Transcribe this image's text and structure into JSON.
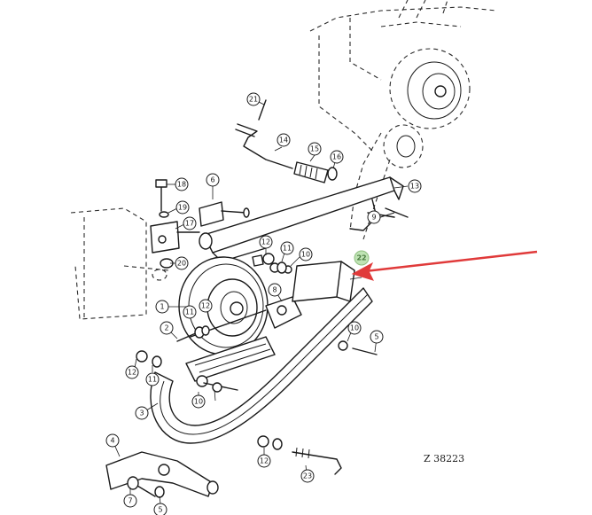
{
  "callouts": [
    {
      "id": "c1",
      "label": "1"
    },
    {
      "id": "c2",
      "label": "2"
    },
    {
      "id": "c3",
      "label": "3"
    },
    {
      "id": "c4",
      "label": "4"
    },
    {
      "id": "c5a",
      "label": "5"
    },
    {
      "id": "c5b",
      "label": "5"
    },
    {
      "id": "c6",
      "label": "6"
    },
    {
      "id": "c7",
      "label": "7"
    },
    {
      "id": "c8",
      "label": "8"
    },
    {
      "id": "c9",
      "label": "9"
    },
    {
      "id": "c10a",
      "label": "10"
    },
    {
      "id": "c10b",
      "label": "10"
    },
    {
      "id": "c10c",
      "label": "10"
    },
    {
      "id": "c11a",
      "label": "11"
    },
    {
      "id": "c11b",
      "label": "11"
    },
    {
      "id": "c11c",
      "label": "11"
    },
    {
      "id": "c12a",
      "label": "12"
    },
    {
      "id": "c12b",
      "label": "12"
    },
    {
      "id": "c12c",
      "label": "12"
    },
    {
      "id": "c12d",
      "label": "12"
    },
    {
      "id": "c13",
      "label": "13"
    },
    {
      "id": "c14",
      "label": "14"
    },
    {
      "id": "c15",
      "label": "15"
    },
    {
      "id": "c16",
      "label": "16"
    },
    {
      "id": "c17",
      "label": "17"
    },
    {
      "id": "c18",
      "label": "18"
    },
    {
      "id": "c19",
      "label": "19"
    },
    {
      "id": "c20",
      "label": "20"
    },
    {
      "id": "c21",
      "label": "21"
    },
    {
      "id": "c22",
      "label": "22",
      "highlight": true
    },
    {
      "id": "c23",
      "label": "23"
    }
  ],
  "drawing_number": "Z  38223",
  "colors": {
    "line": "#1a1a1a",
    "arrow": "#e03a3a",
    "highlight": "#bfe3b4"
  }
}
